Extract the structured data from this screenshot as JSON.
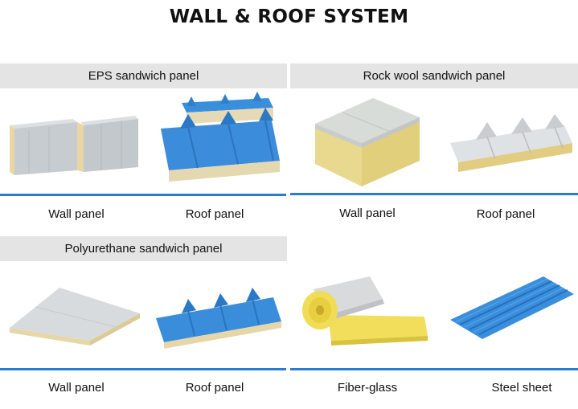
{
  "title": "WALL & ROOF SYSTEM",
  "sections": {
    "eps": {
      "header": "EPS sandwich panel",
      "captions": [
        "Wall panel",
        "Roof panel"
      ],
      "images": [
        "eps-wall-panel-image",
        "eps-roof-panel-image"
      ]
    },
    "rockwool": {
      "header": "Rock wool sandwich panel",
      "captions": [
        "Wall panel",
        "Roof panel"
      ],
      "images": [
        "rockwool-wall-panel-image",
        "rockwool-roof-panel-image"
      ]
    },
    "polyurethane": {
      "header": "Polyurethane sandwich panel",
      "captions": [
        "Wall panel",
        "Roof panel"
      ],
      "images": [
        "pu-wall-panel-image",
        "pu-roof-panel-image"
      ]
    },
    "others": {
      "captions": [
        "Fiber-glass",
        "Steel sheet"
      ],
      "images": [
        "fiberglass-roll-image",
        "steel-sheet-image"
      ]
    }
  },
  "colors": {
    "accent_line": "#2b7bd0",
    "header_bg": "#e4e4e4",
    "panel_blue": "#2f86d6",
    "panel_gray": "#c9ced2",
    "rockwool_yellow": "#e9d98e",
    "fiberglass_yellow": "#f3df5c"
  }
}
